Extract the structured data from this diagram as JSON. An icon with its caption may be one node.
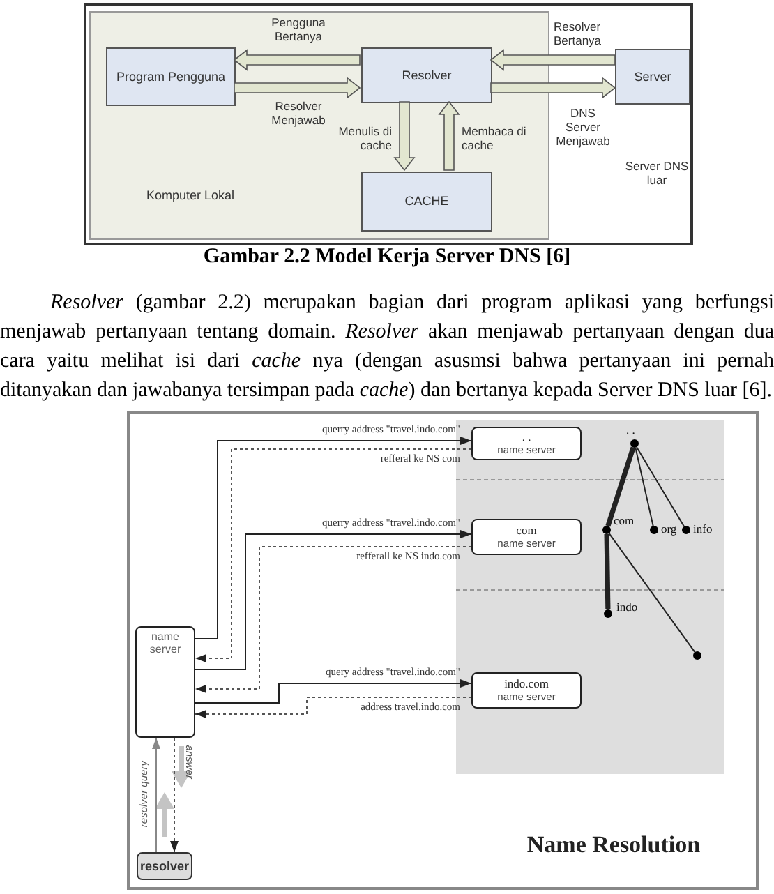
{
  "diagram": {
    "caption": "Gambar 2.2 Model Kerja Server DNS [6]",
    "nodes": [
      {
        "text": [
          "Komputer Lokal"
        ]
      },
      {
        "text": [
          "Program Pengguna"
        ],
        "in": 0
      },
      {
        "text": [
          "Resolver"
        ],
        "in": 0
      },
      {
        "text": [
          "CACHE"
        ],
        "in": 0
      },
      {
        "text": [
          "Server"
        ]
      },
      {
        "text": [
          "name server"
        ]
      },
      {
        "text": [
          "resolver"
        ]
      },
      {
        "text": [
          ". .",
          "name server"
        ]
      },
      {
        "text": [
          "com",
          "name server"
        ]
      },
      {
        "text": [
          "indo.com",
          "name server"
        ]
      },
      {
        "text": [],
        "shape": "circle",
        "beside": [
          ". ."
        ]
      },
      {
        "text": [],
        "shape": "circle",
        "beside": [
          "com"
        ]
      },
      {
        "text": [],
        "shape": "circle",
        "beside": [
          "org"
        ]
      },
      {
        "text": [],
        "shape": "circle",
        "beside": [
          "info"
        ]
      },
      {
        "text": [],
        "shape": "circle",
        "beside": [
          "indo"
        ]
      },
      {
        "text": [],
        "shape": "circle"
      }
    ],
    "edges": [
      {
        "from": 2,
        "to": 1,
        "arrow": "to",
        "label": "Pengguna Bertanya"
      },
      {
        "from": 1,
        "to": 2,
        "arrow": "to",
        "label": "Resolver Menjawab"
      },
      {
        "from": 2,
        "to": 3,
        "arrow": "to",
        "label": "Menulis di cache"
      },
      {
        "from": 3,
        "to": 2,
        "arrow": "to",
        "label": "Membaca di cache"
      },
      {
        "from": 4,
        "to": 2,
        "arrow": "to",
        "label": "Resolver Bertanya"
      },
      {
        "from": 2,
        "to": 4,
        "arrow": "to",
        "label": "DNS Server Menjawab"
      },
      {
        "from": 6,
        "to": 5,
        "arrow": "to",
        "label": "resolver query",
        "color": "#888888"
      },
      {
        "from": 5,
        "to": 6,
        "arrow": "to",
        "label": "answer",
        "style": "dashed"
      },
      {
        "from": 5,
        "to": 7,
        "arrow": "to",
        "label": "querry address \"travel.indo.com\""
      },
      {
        "from": 7,
        "to": 5,
        "arrow": "to",
        "label": "refferal ke NS com",
        "style": "dashed"
      },
      {
        "from": 5,
        "to": 8,
        "arrow": "to",
        "label": "querry address \"travel.indo.com\""
      },
      {
        "from": 8,
        "to": 5,
        "arrow": "to",
        "label": "refferall ke NS indo.com",
        "style": "dashed"
      },
      {
        "from": 5,
        "to": 9,
        "arrow": "to",
        "label": "query address \"travel.indo.com\""
      },
      {
        "from": 9,
        "to": 5,
        "arrow": "to",
        "label": "address travel.indo.com",
        "style": "dashed"
      },
      {
        "from": 10,
        "to": 11,
        "arrow": "none",
        "style": "thick"
      },
      {
        "from": 10,
        "to": 12,
        "arrow": "none"
      },
      {
        "from": 10,
        "to": 13,
        "arrow": "none"
      },
      {
        "from": 11,
        "to": 14,
        "arrow": "none",
        "style": "thick"
      },
      {
        "from": 11,
        "to": 15,
        "arrow": "none"
      }
    ],
    "labels": [
      "Server DNS luar",
      "*Resolver* (gambar 2.2) merupakan bagian dari program aplikasi yang berfungsi menjawab pertanyaan tentang domain. *Resolver* akan menjawab pertanyaan dengan dua cara yaitu melihat isi dari *cache* nya (dengan asusmsi bahwa pertanyaan ini pernah ditanyakan dan jawabanya tersimpan pada *cache*) dan bertanya kepada Server DNS luar [6].",
      "Name Resolution"
    ]
  }
}
